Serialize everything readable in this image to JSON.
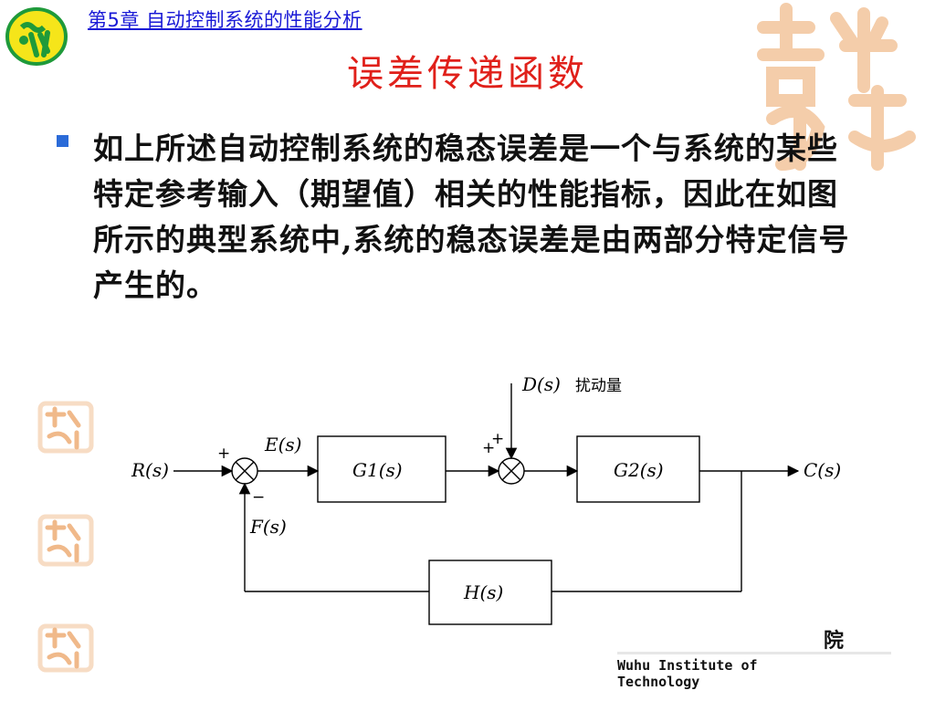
{
  "header": {
    "chapter_label": "第5章  自动控制系统的性能分析",
    "title": "误差传递函数"
  },
  "content": {
    "bullet_text": "如上所述自动控制系统的稳态误差是一个与系统的某些特定参考输入（期望值）相关的性能指标，因此在如图所示的典型系统中,系统的稳态误差是由两部分特定信号产生的。"
  },
  "diagram": {
    "input": "R(s)",
    "error": "E(s)",
    "forward1": "G1(s)",
    "disturbance": "D(s)",
    "disturbance_label": "扰动量",
    "forward2": "G2(s)",
    "output": "C(s)",
    "feedback_signal": "F(s)",
    "feedback": "H(s)",
    "plus1": "+",
    "minus1": "−",
    "plus2a": "+",
    "plus2b": "+"
  },
  "footer": {
    "school_tail": "院",
    "english": "Wuhu Institute of Technology"
  },
  "colors": {
    "title": "#e0201a",
    "chapter": "#1a1ad6",
    "bullet": "#2b6bd8",
    "logo_yellow": "#f5e51a",
    "logo_green": "#1f9a3a",
    "watermark": "#f3c59c"
  }
}
